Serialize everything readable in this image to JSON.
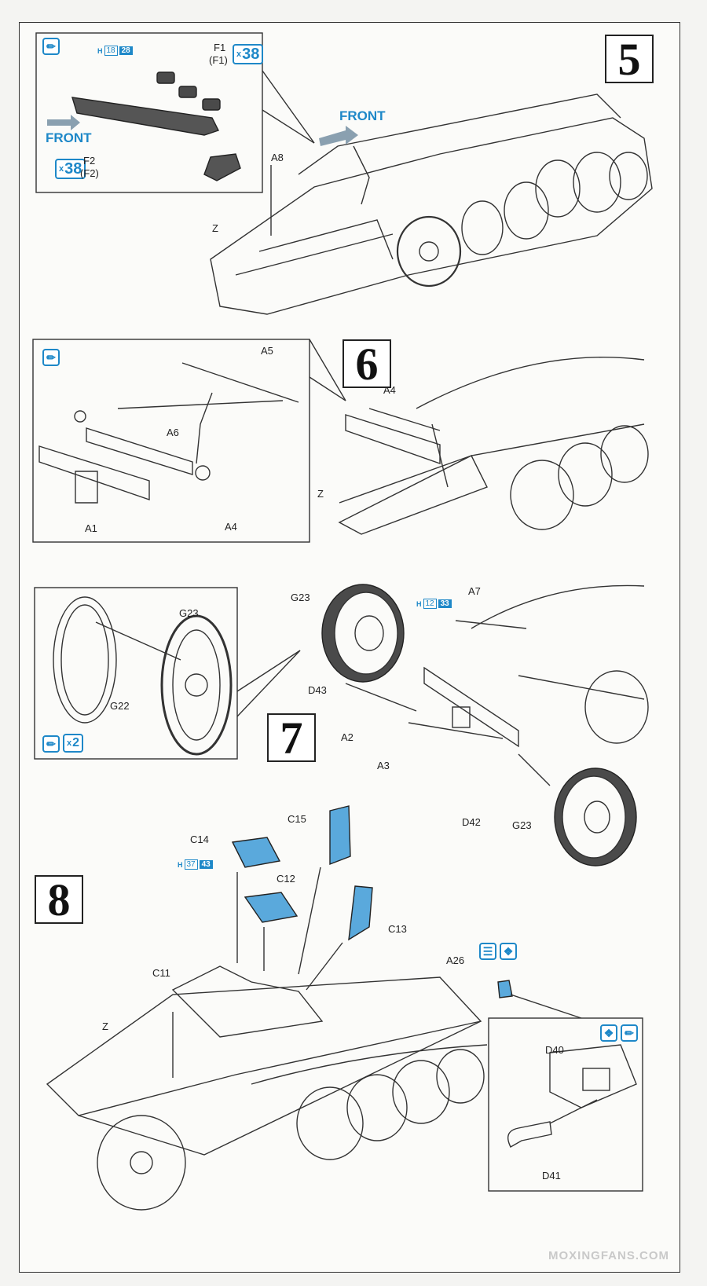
{
  "steps": {
    "s5": {
      "number": "5",
      "front_inset": "FRONT",
      "front_main": "FRONT",
      "parts": {
        "f1": "F1",
        "f1p": "(F1)",
        "f2": "F2",
        "f2p": "(F2)",
        "a8": "A8",
        "z": "Z"
      },
      "mult_top": {
        "x": "x",
        "n": "38"
      },
      "mult_bottom": {
        "x": "x",
        "n": "38"
      },
      "ref": {
        "h": "H",
        "a": "18",
        "b": "28"
      }
    },
    "s6": {
      "number": "6",
      "parts": {
        "a5": "A5",
        "a6": "A6",
        "a1": "A1",
        "a4_inset": "A4",
        "a4_main": "A4",
        "z": "Z"
      }
    },
    "s7": {
      "number": "7",
      "parts": {
        "g23_inset": "G23",
        "g22": "G22",
        "g23_top": "G23",
        "a7": "A7",
        "d43": "D43",
        "a2": "A2",
        "a3": "A3",
        "d42": "D42",
        "g23_bottom": "G23"
      },
      "mult": {
        "x": "x",
        "n": "2"
      },
      "ref": {
        "h": "H",
        "a": "12",
        "b": "33"
      }
    },
    "s8": {
      "number": "8",
      "parts": {
        "c14": "C14",
        "c15": "C15",
        "c12": "C12",
        "c13": "C13",
        "c11": "C11",
        "z": "Z",
        "a26": "A26",
        "d40": "D40",
        "d41": "D41"
      },
      "ref": {
        "h": "H",
        "a": "37",
        "b": "43"
      }
    }
  },
  "colors": {
    "accent_blue": "#1e88c8",
    "part_blue": "#5aa9dc",
    "track_gray": "#4a4a4a"
  },
  "icons": [
    "cement-glue-icon",
    "drill-hole-icon",
    "symmetric-both-sides-icon"
  ],
  "watermark": "MOXINGFANS.COM"
}
